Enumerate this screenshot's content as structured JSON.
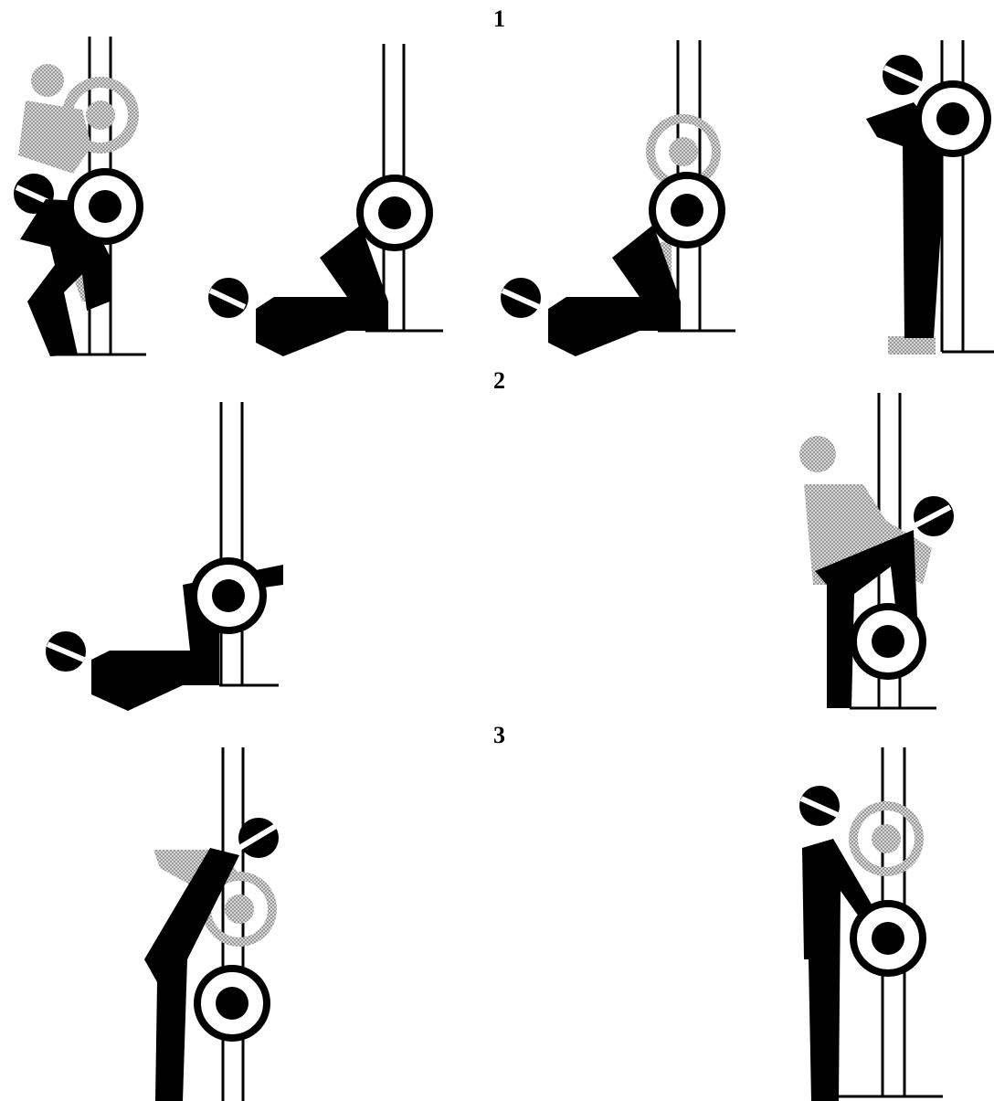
{
  "colors": {
    "ink": "#000000",
    "shade": "#b4b4b4",
    "paper": "#ffffff"
  },
  "rows": [
    {
      "label": "1",
      "panels": [
        "squat-start",
        "seated-lift",
        "seated-lift-shadow",
        "standing-lift"
      ]
    },
    {
      "label": "2",
      "panels": [
        "seated-lift",
        "bent-over-lift"
      ]
    },
    {
      "label": "3",
      "panels": [
        "lean-lift",
        "standing-lift"
      ]
    }
  ]
}
